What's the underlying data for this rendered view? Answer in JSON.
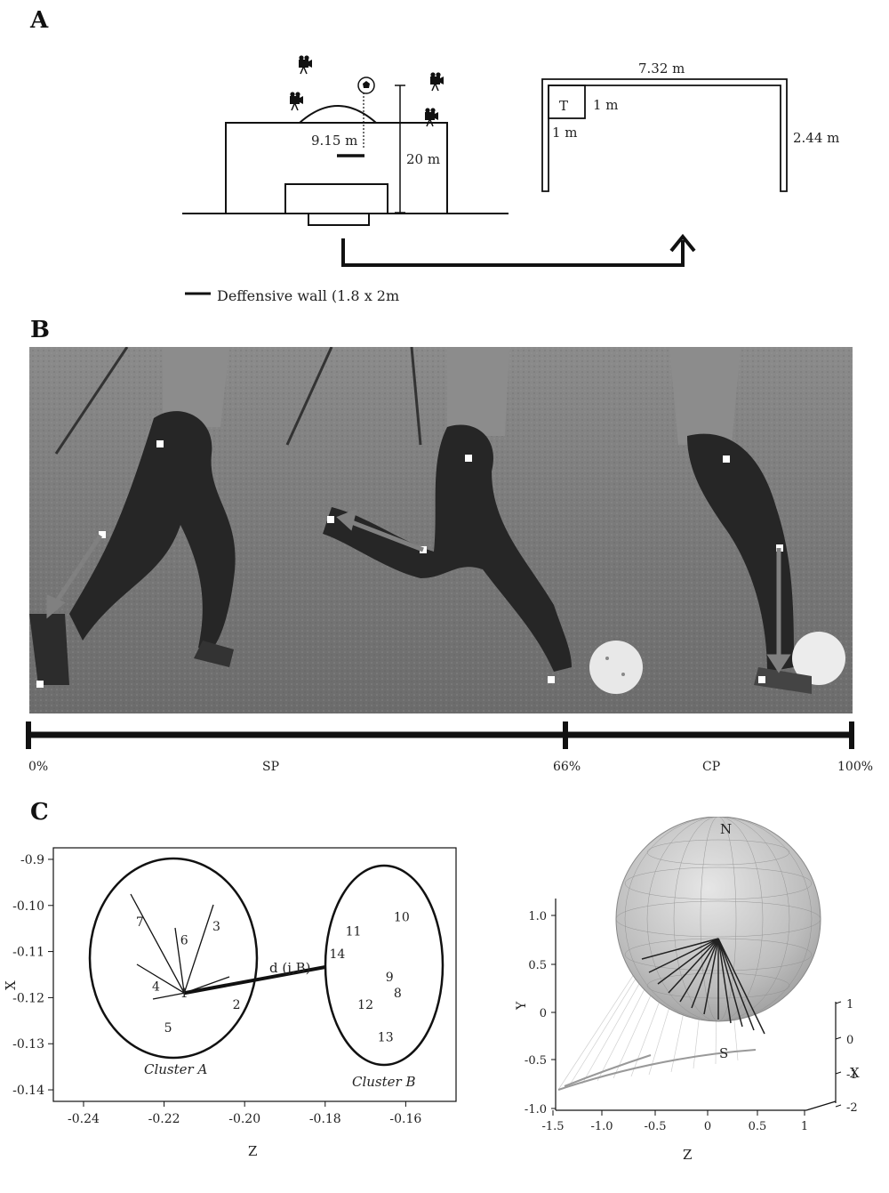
{
  "panels": {
    "a": "A",
    "b": "B",
    "c": "C"
  },
  "panelA": {
    "dist_wall": "9.15 m",
    "dist_goal": "20 m",
    "goal_width": "7.32 m",
    "goal_height": "2.44 m",
    "target_label": "T",
    "target_w": "1 m",
    "target_h": "1 m",
    "legend": "Deffensive wall (1.8 x 2m"
  },
  "panelB": {
    "start": "0%",
    "swing_phase": "SP",
    "mid": "66%",
    "contact_phase": "CP",
    "end": "100%"
  },
  "panelC": {
    "scatter": {
      "points": [
        {
          "id": "1",
          "z": -0.215,
          "x": -0.119
        },
        {
          "id": "2",
          "z": -0.202,
          "x": -0.1215
        },
        {
          "id": "3",
          "z": -0.207,
          "x": -0.1045
        },
        {
          "id": "4",
          "z": -0.222,
          "x": -0.1175
        },
        {
          "id": "5",
          "z": -0.219,
          "x": -0.1265
        },
        {
          "id": "6",
          "z": -0.215,
          "x": -0.1075
        },
        {
          "id": "7",
          "z": -0.226,
          "x": -0.1035
        },
        {
          "id": "8",
          "z": -0.162,
          "x": -0.119
        },
        {
          "id": "9",
          "z": -0.164,
          "x": -0.1155
        },
        {
          "id": "10",
          "z": -0.161,
          "x": -0.1025
        },
        {
          "id": "11",
          "z": -0.173,
          "x": -0.1055
        },
        {
          "id": "12",
          "z": -0.17,
          "x": -0.1215
        },
        {
          "id": "13",
          "z": -0.165,
          "x": -0.1285
        },
        {
          "id": "14",
          "z": -0.177,
          "x": -0.1105
        }
      ],
      "x_ticks": [
        "-0.24",
        "-0.22",
        "-0.20",
        "-0.18",
        "-0.16"
      ],
      "y_ticks": [
        "-0.9",
        "-0.10",
        "-0.11",
        "-0.12",
        "-0.13",
        "-0.14"
      ],
      "x_label": "Z",
      "y_label": "X",
      "cluster_a": "Cluster A",
      "cluster_b": "Cluster B",
      "distance_label": "d (j,B)"
    },
    "sphere": {
      "north": "N",
      "south": "S",
      "y_ticks": [
        "1.0",
        "0.5",
        "0",
        "-0.5",
        "-1.0"
      ],
      "z_ticks": [
        "-1.5",
        "-1.0",
        "-0.5",
        "0",
        "0.5",
        "1"
      ],
      "x_ticks": [
        "1",
        "0",
        "-1",
        "-2"
      ],
      "y_label": "Y",
      "z_label": "Z",
      "x_label": "X"
    }
  }
}
